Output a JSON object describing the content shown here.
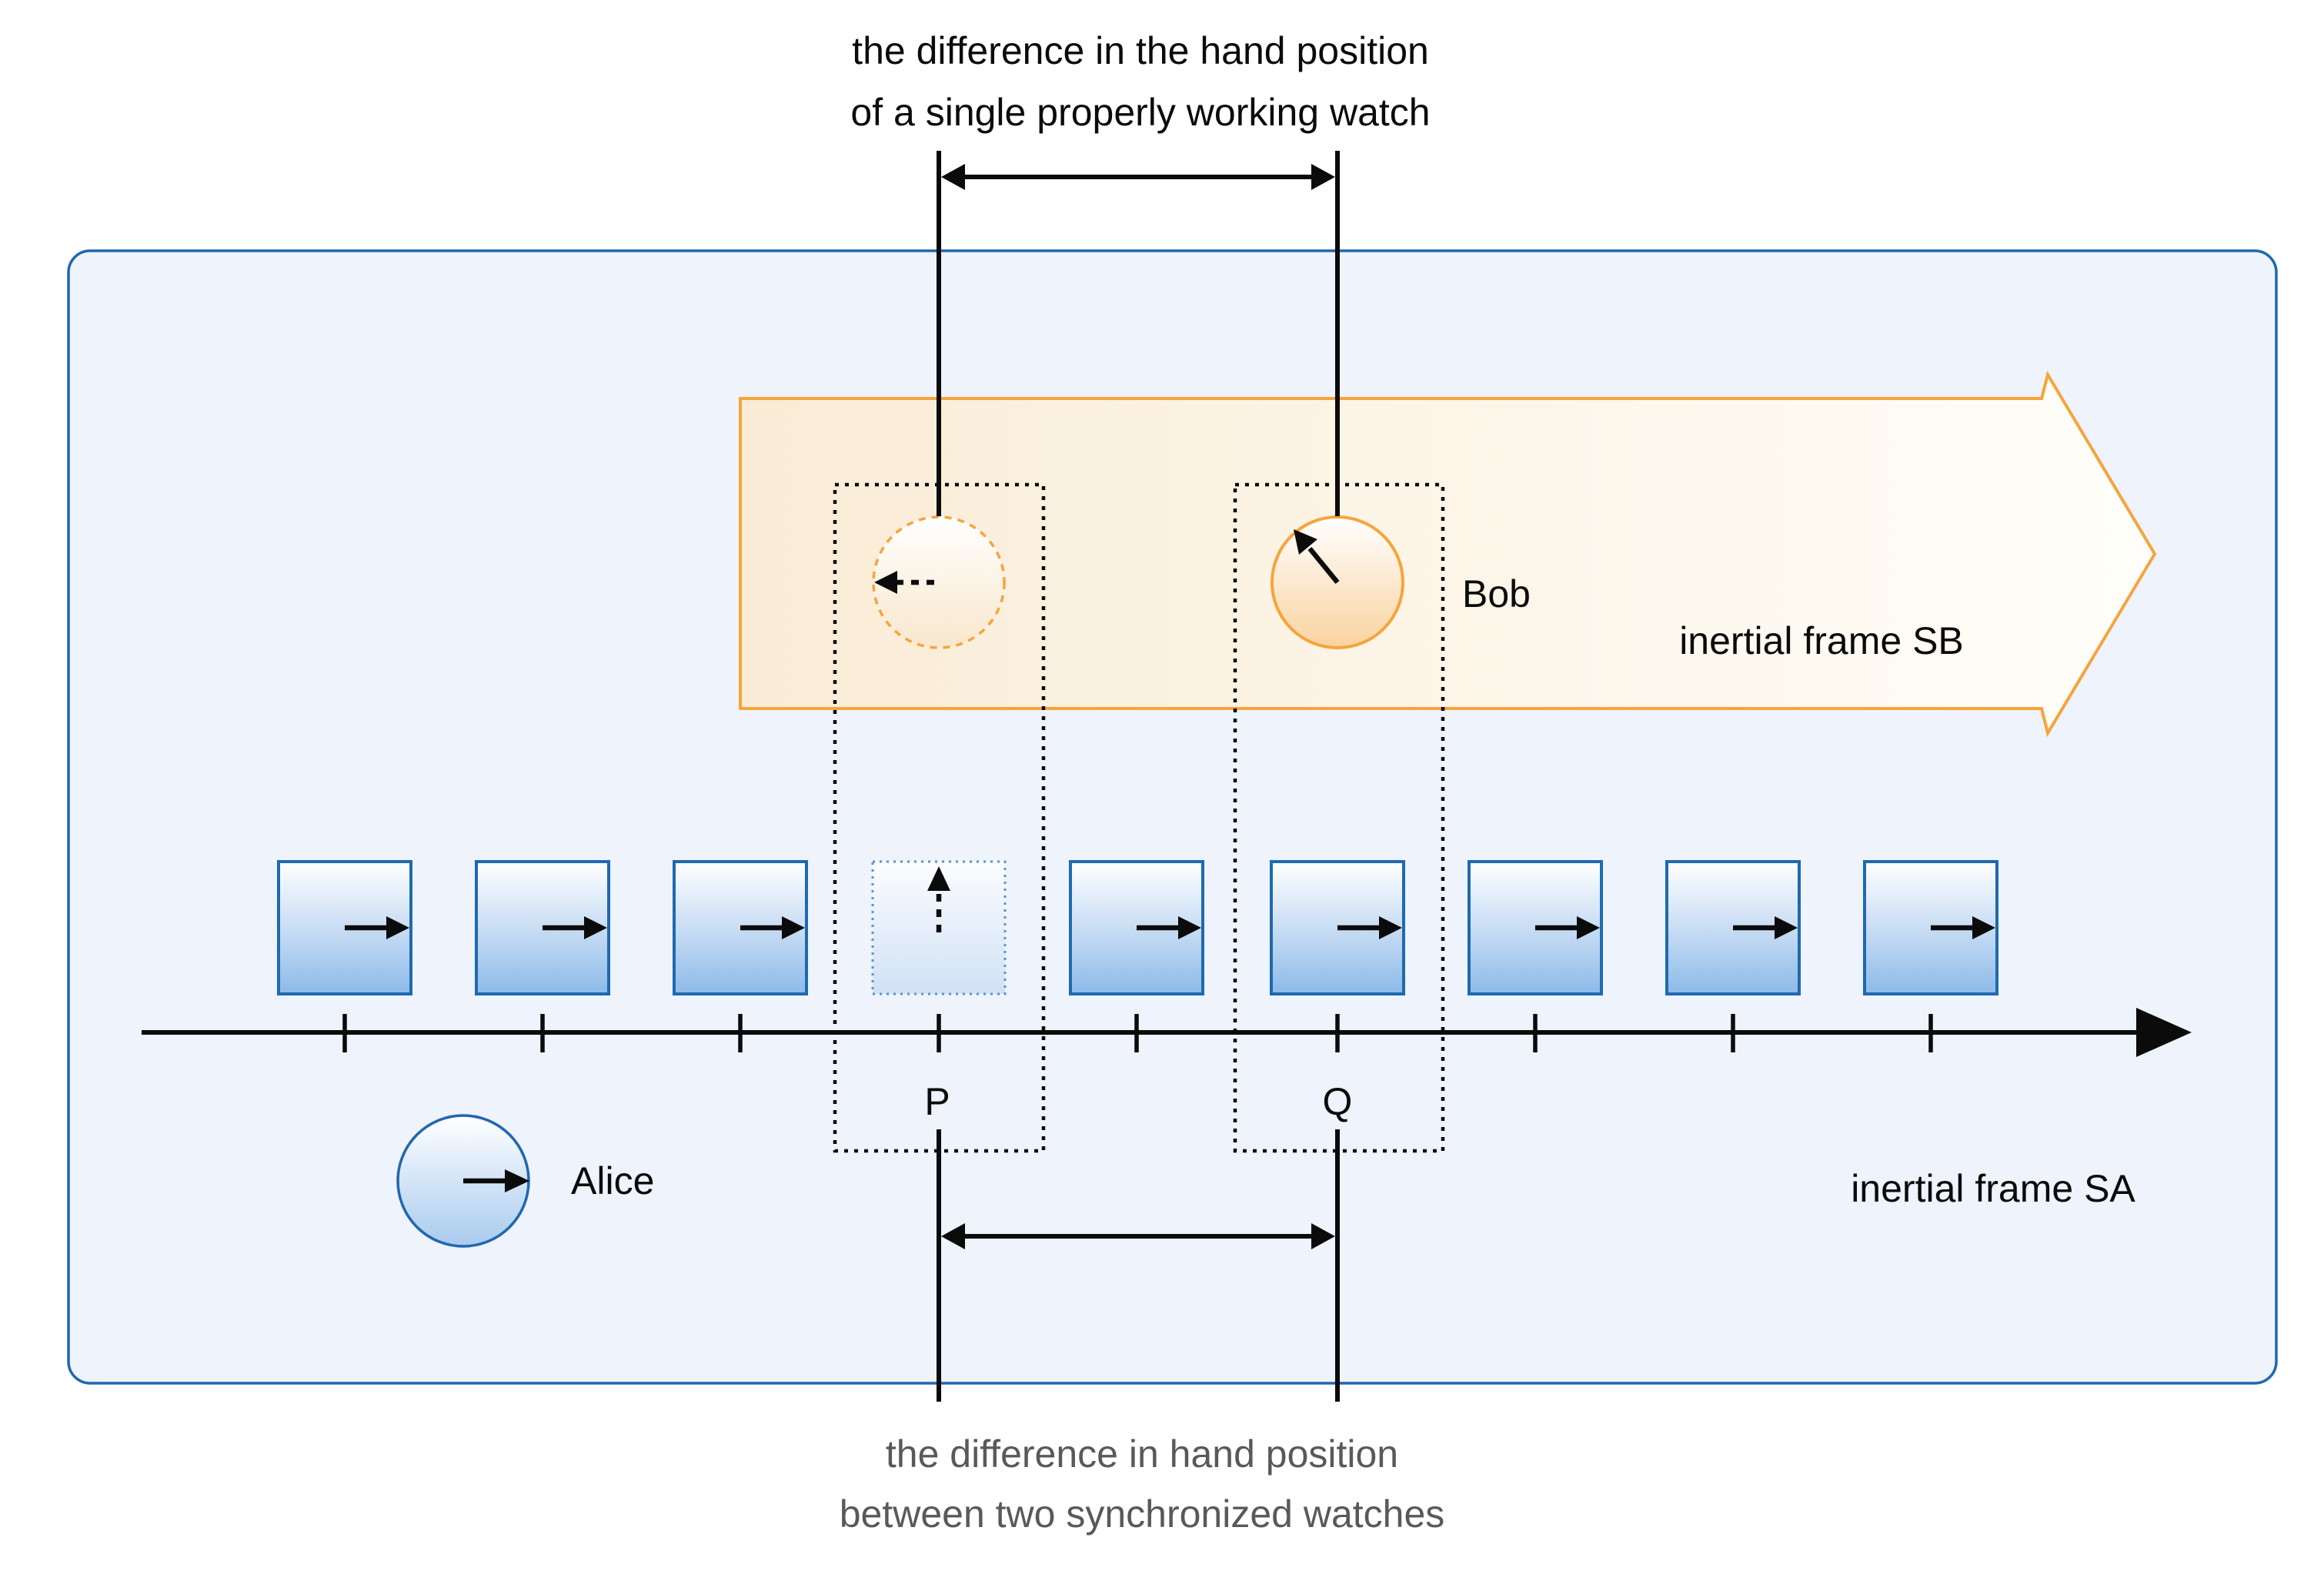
{
  "top_caption": {
    "line1": "the difference in the hand position",
    "line2": "of a single properly working watch"
  },
  "bottom_caption": {
    "line1": "the difference in hand position",
    "line2": "between two synchronized watches"
  },
  "labels": {
    "bob": "Bob",
    "alice": "Alice",
    "frame_sb": "inertial frame SB",
    "frame_sa": "inertial frame SA",
    "point_p": "P",
    "point_q": "Q"
  },
  "colors": {
    "ink": "#0b0b0b",
    "gray": "#595959",
    "frame_stroke": "#2068AE",
    "frame_fill": "#EEF3FC",
    "band_stroke": "#F6A43C",
    "band_fill_left": "#F9ECD6",
    "band_fill_right": "#FFFEFA",
    "square_stroke": "#1E6AB0",
    "square_fill_bottom": "#8CBAE9",
    "square_fill_mid": "#C9DDF4",
    "ghost_square_stroke": "#5B93CC",
    "bob_fill_bottom": "#F9D3A0",
    "ghost_circle_fill_bottom": "#F8E7CC",
    "alice_fill_bottom": "#A9CBEF"
  }
}
